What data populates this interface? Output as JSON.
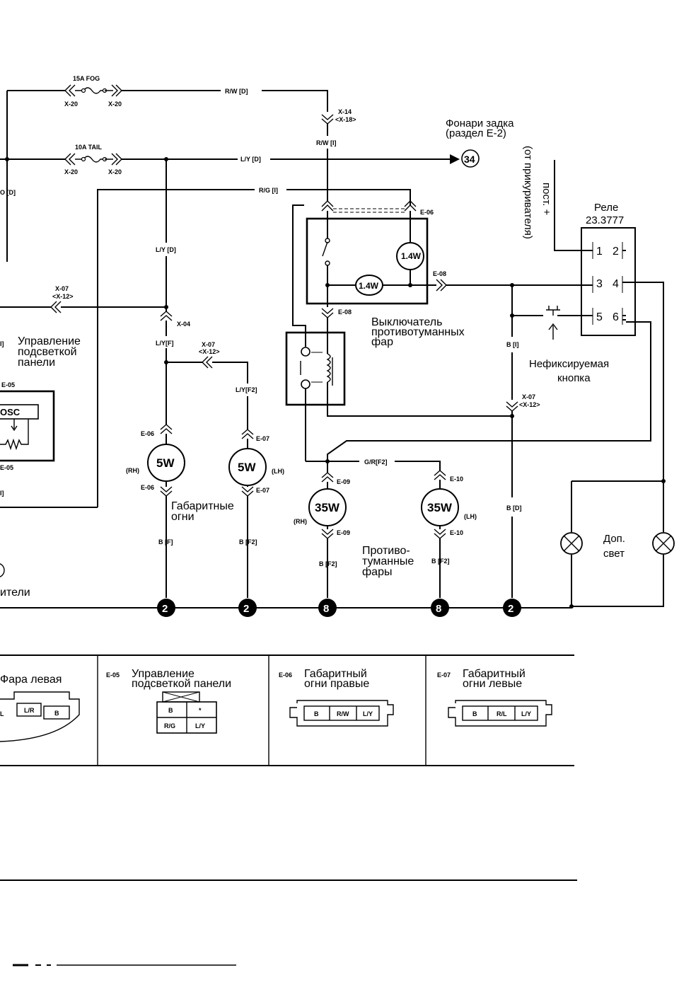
{
  "fuses": {
    "fog": {
      "label": "15A FOG",
      "conn_left": "X-20",
      "conn_right": "X-20"
    },
    "tail": {
      "label": "10A TAIL",
      "conn_left": "X-20",
      "conn_right": "X-20"
    }
  },
  "wires": {
    "rw_d": "R/W [D]",
    "ly_d": "L/Y [D]",
    "rg_i": "R/G [I]",
    "ly_d_vert": "L/Y [D]",
    "ly_f": "L/Y[F]",
    "ly_f2": "L/Y[F2]",
    "rw_i": "R/W [I]",
    "b_i": "B [I]",
    "gr_f2": "G/R[F2]",
    "b_f": "B [F]",
    "b_f2_a": "B [F2]",
    "b_f2_b": "B [F2]",
    "b_f2_c": "B [F2]",
    "b_d": "B [D]",
    "left_d": "O [D]",
    "left_i1": "I]",
    "left_i2": "I]"
  },
  "connectors": {
    "x14": "X-14",
    "x18": "<X-18>",
    "x07_left": "X-07",
    "x12_left": "<X-12>",
    "x04": "X-04",
    "x07_mid": "X-07",
    "x12_mid": "<X-12>",
    "x07_right": "X-07",
    "x12_right": "<X-12>",
    "e06_top": "E-06",
    "e08_right": "E-08",
    "e08_bottom": "E-08",
    "e06_lamp_top": "E-06",
    "e06_lamp_bot": "E-06",
    "e07_lamp_top": "E-07",
    "e07_lamp_bot": "E-07",
    "e09_top": "E-09",
    "e09_bot": "E-09",
    "e10_top": "E-10",
    "e10_bot": "E-10",
    "e05_top": "E-05",
    "e05_bot": "E-05"
  },
  "bulbs": {
    "switch_a": "1.4W",
    "switch_b": "1.4W",
    "park_rh": "5W",
    "park_lh": "5W",
    "fog_rh": "35W",
    "fog_lh": "35W"
  },
  "sides": {
    "rh1": "(RH)",
    "lh1": "(LH)",
    "rh2": "(RH)",
    "lh2": "(LH)"
  },
  "grounds": [
    "2",
    "2",
    "8",
    "8",
    "2"
  ],
  "labels": {
    "rear_lights_1": "Фонари задка",
    "rear_lights_2": "(раздел E-2)",
    "rear_lights_num": "34",
    "fog_switch_1": "Выключатель",
    "fog_switch_2": "противотуманных",
    "fog_switch_3": "фар",
    "panel_ctrl_1": "Управление",
    "panel_ctrl_2": "подсветкой",
    "panel_ctrl_3": "панели",
    "osc": "OSC",
    "parking_1": "Габаритные",
    "parking_2": "огни",
    "fog_lamps_1": "Противо-",
    "fog_lamps_2": "туманные",
    "fog_lamps_3": "фары",
    "fuse_tail": "ители",
    "relay_1": "Реле",
    "relay_2": "23.3777",
    "relay_pins": [
      "1",
      "2",
      "3",
      "4",
      "5",
      "6"
    ],
    "power_1": "пост. +",
    "power_2": "(от прикуривателя)",
    "button_1": "Нефиксируемая",
    "button_2": "кнопка",
    "extra_1": "Доп.",
    "extra_2": "свет"
  },
  "connector_table": [
    {
      "code": "",
      "title_1": "Фара левая",
      "title_2": "",
      "pins": [
        "L",
        "L/R",
        "B"
      ]
    },
    {
      "code": "E-05",
      "title_1": "Управление",
      "title_2": "подсветкой панели",
      "pins": [
        "B",
        "*",
        "R/G",
        "L/Y"
      ]
    },
    {
      "code": "E-06",
      "title_1": "Габаритный",
      "title_2": "огни правые",
      "pins": [
        "B",
        "R/W",
        "L/Y"
      ]
    },
    {
      "code": "E-07",
      "title_1": "Габаритный",
      "title_2": "огни левые",
      "pins": [
        "B",
        "R/L",
        "L/Y"
      ]
    }
  ]
}
